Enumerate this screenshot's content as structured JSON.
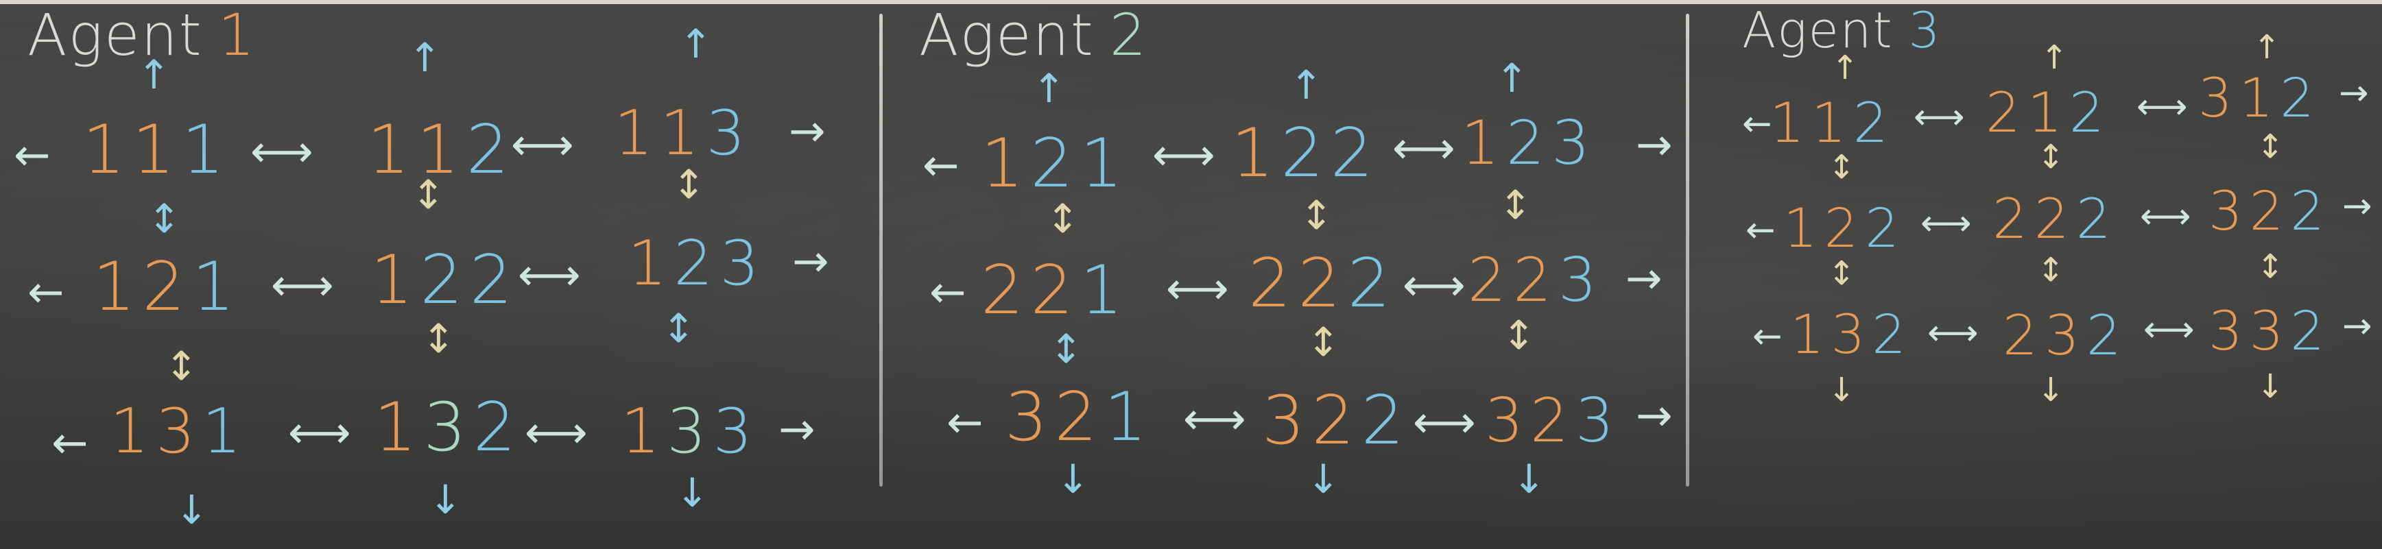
{
  "titles": {
    "agent1": {
      "text": "Agent",
      "num": "1"
    },
    "agent2": {
      "text": "Agent",
      "num": "2"
    },
    "agent3": {
      "text": "Agent",
      "num": "3"
    }
  },
  "cells": {
    "a1": [
      [
        "1",
        "1",
        "1"
      ],
      [
        "1",
        "1",
        "2"
      ],
      [
        "1",
        "1",
        "3"
      ],
      [
        "1",
        "2",
        "1"
      ],
      [
        "1",
        "2",
        "2"
      ],
      [
        "1",
        "2",
        "3"
      ],
      [
        "1",
        "3",
        "1"
      ],
      [
        "1",
        "3",
        "2"
      ],
      [
        "1",
        "3",
        "3"
      ]
    ],
    "a2": [
      [
        "1",
        "2",
        "1"
      ],
      [
        "1",
        "2",
        "2"
      ],
      [
        "1",
        "2",
        "3"
      ],
      [
        "2",
        "2",
        "1"
      ],
      [
        "2",
        "2",
        "2"
      ],
      [
        "2",
        "2",
        "3"
      ],
      [
        "3",
        "2",
        "1"
      ],
      [
        "3",
        "2",
        "2"
      ],
      [
        "3",
        "2",
        "3"
      ]
    ],
    "a3": [
      [
        "1",
        "1",
        "2"
      ],
      [
        "2",
        "1",
        "2"
      ],
      [
        "3",
        "1",
        "2"
      ],
      [
        "1",
        "2",
        "2"
      ],
      [
        "2",
        "2",
        "2"
      ],
      [
        "3",
        "2",
        "2"
      ],
      [
        "1",
        "3",
        "2"
      ],
      [
        "2",
        "3",
        "2"
      ],
      [
        "3",
        "3",
        "2"
      ]
    ]
  },
  "arrows": {
    "h": "⟷",
    "left": "←",
    "right": "→",
    "up": "↑",
    "down": "↓",
    "ud": "↕"
  }
}
